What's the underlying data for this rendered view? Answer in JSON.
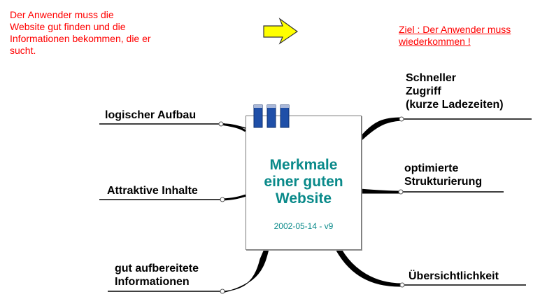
{
  "notes": {
    "left": [
      "Der Anwender muss die",
      "Website gut finden und die",
      "Informationen bekommen, die er",
      "sucht."
    ],
    "right": [
      "Ziel : Der Anwender muss",
      "wiederkommen !"
    ]
  },
  "center": {
    "title_lines": [
      "Merkmale",
      "einer guten",
      "Website"
    ],
    "date": "2002-05-14 - v9"
  },
  "branches": {
    "left": [
      {
        "lines": [
          "logischer Aufbau"
        ]
      },
      {
        "lines": [
          "Attraktive Inhalte"
        ]
      },
      {
        "lines": [
          "gut aufbereitete",
          "Informationen"
        ]
      }
    ],
    "right": [
      {
        "lines": [
          "Schneller",
          "Zugriff",
          "(kurze Ladezeiten)"
        ]
      },
      {
        "lines": [
          "optimierte",
          "Strukturierung"
        ]
      },
      {
        "lines": [
          "Übersichtlichkeit"
        ]
      }
    ]
  },
  "colors": {
    "note": "#ff0000",
    "center_text": "#0a8a8a",
    "arrow": "#ffff00",
    "tab": "#1f4fa8"
  },
  "icons": {
    "arrow": "right-arrow-icon"
  }
}
